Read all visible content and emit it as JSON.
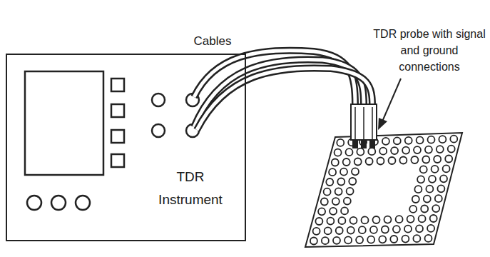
{
  "diagram": {
    "nodes": [
      {
        "text": [
          "TDR Instrument"
        ]
      }
    ],
    "labels": [
      "Cables",
      "TDR probe with signal and ground connections"
    ]
  }
}
